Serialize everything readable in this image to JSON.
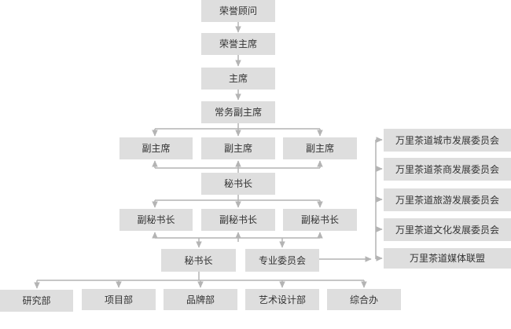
{
  "org_chart": {
    "honorary_advisor": "荣誉顾问",
    "honorary_chairman": "荣誉主席",
    "chairman": "主席",
    "executive_vice_chairman": "常务副主席",
    "vice_chairmen": [
      "副主席",
      "副主席",
      "副主席"
    ],
    "secretary_general_upper": "秘书长",
    "deputy_secretaries": [
      "副秘书长",
      "副秘书长",
      "副秘书长"
    ],
    "secretary_general_lower": "秘书长",
    "special_committee": "专业委员会",
    "committees": [
      "万里茶道城市发展委员会",
      "万里茶道茶商发展委员会",
      "万里茶道旅游发展委员会",
      "万里茶道文化发展委员会",
      "万里茶道媒体联盟"
    ],
    "departments": [
      "研究部",
      "项目部",
      "品牌部",
      "艺术设计部",
      "综合办"
    ]
  },
  "colors": {
    "box_fill": "#dedede",
    "box_text": "#333333",
    "connector": "#b4b4b4",
    "background": "#ffffff"
  }
}
